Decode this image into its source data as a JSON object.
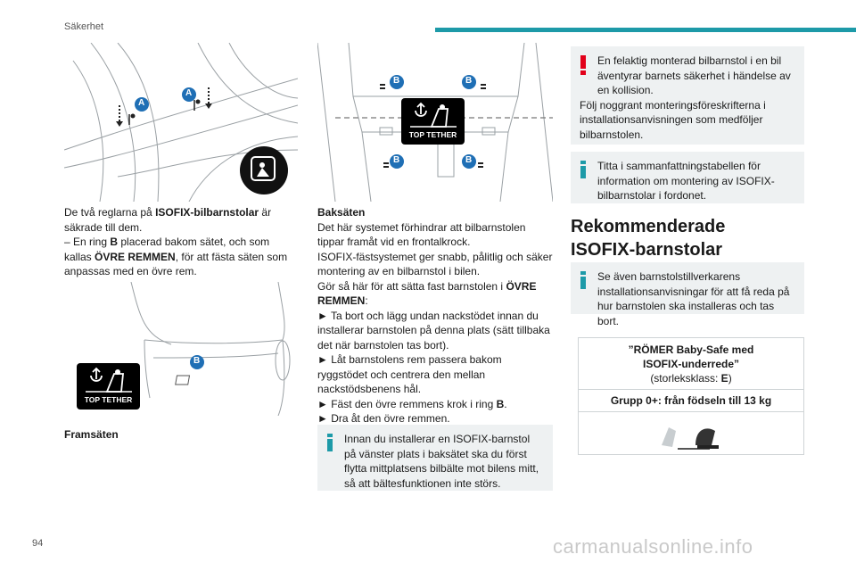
{
  "header": {
    "section_title": "Säkerhet"
  },
  "page": {
    "number": "94",
    "watermark": "carmanualsonline.info"
  },
  "colors": {
    "accent": "#1d9aa8",
    "label_blue": "#1f6fb5",
    "warning_red": "#e2001a",
    "note_bg": "#eef1f2"
  },
  "col1": {
    "fig1_labels": [
      "A",
      "A"
    ],
    "para1": {
      "t1": "De två reglarna på ",
      "b1": "ISOFIX-bilbarnstolar",
      "t2": " är säkrade till dem.",
      "t3": "– En ring ",
      "b2": "B",
      "t4": " placerad bakom sätet, och som kallas ",
      "b3": "ÖVRE REMMEN",
      "t5": ", för att fästa säten som anpassas med en övre rem."
    },
    "fig2_label": "B",
    "fig2_badge": "TOP TETHER",
    "caption": "Framsäten"
  },
  "col2": {
    "fig_labels": [
      "B",
      "B",
      "B",
      "B"
    ],
    "fig_badge": "TOP TETHER",
    "title": "Baksäten",
    "lines": [
      "Det här systemet förhindrar att bilbarnstolen tippar framåt vid en frontalkrock.",
      "ISOFIX-fästsystemet ger snabb, pålitlig och säker montering av en bilbarnstol i bilen."
    ],
    "howto_pre": "Gör så här för att sätta fast barnstolen i ",
    "howto_bold": "ÖVRE REMMEN",
    "howto_post": ":",
    "step1": "► Ta bort och lägg undan nackstödet innan du installerar barnstolen på denna plats (sätt tillbaka det när barnstolen tas bort).",
    "step2": "► Låt barnstolens rem passera bakom ryggstödet och centrera den mellan nackstödsbenens hål.",
    "step3_pre": "► Fäst den övre remmens krok i ring ",
    "step3_bold": "B",
    "step3_post": ".",
    "step4": "► Dra åt den övre remmen.",
    "note": "Innan du installerar en ISOFIX-barnstol på vänster plats i baksätet ska du först flytta mittplatsens bilbälte mot bilens mitt, så att bältesfunktionen inte störs."
  },
  "col3": {
    "warning_lines": [
      "En felaktig monterad bilbarnstol i en bil äventyrar barnets säkerhet i händelse av en kollision.",
      "Följ noggrant monteringsföreskrifterna i installationsanvisningen som medföljer bilbarnstolen."
    ],
    "info1": "Titta i sammanfattningstabellen för information om montering av ISOFIX-bilbarnstolar i fordonet.",
    "heading_line1": "Rekommenderade",
    "heading_line2": "ISOFIX-barnstolar",
    "info2": "Se även barnstolstillverkarens installationsanvisningar för att få reda på hur barnstolen ska installeras och tas bort.",
    "card": {
      "name_line1": "”RÖMER Baby-Safe med",
      "name_line2": "ISOFIX-underrede”",
      "size_pre": "(storleksklass: ",
      "size_bold": "E",
      "size_post": ")",
      "group": "Grupp 0+: från födseln till 13 kg"
    }
  }
}
